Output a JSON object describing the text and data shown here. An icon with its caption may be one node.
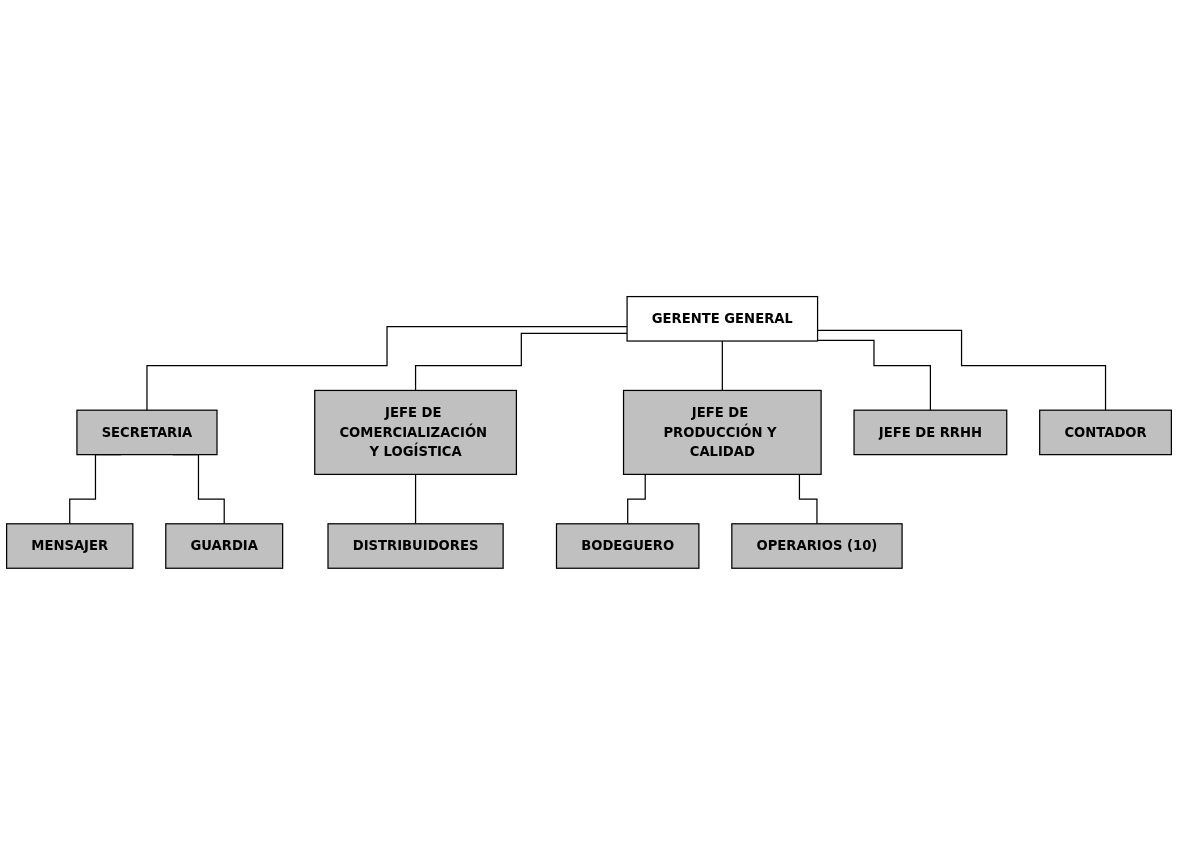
{
  "diagram": {
    "nodes": [
      {
        "text": [
          "GERENTE GENERAL"
        ]
      },
      {
        "text": [
          "SECRETARIA"
        ]
      },
      {
        "text": [
          "MENSAJER"
        ]
      },
      {
        "text": [
          "GUARDIA"
        ]
      },
      {
        "text": [
          "JEFE DE COMERCIALIZACIÓN Y LOGÍSTICA"
        ]
      },
      {
        "text": [
          "JEFE DE PRODUCCIÓN Y CALIDAD"
        ]
      },
      {
        "text": [
          "JEFE DE RRHH"
        ]
      },
      {
        "text": [
          "CONTADOR"
        ]
      },
      {
        "text": [
          "DISTRIBUIDORES"
        ]
      },
      {
        "text": [
          "BODEGUERO"
        ]
      },
      {
        "text": [
          "OPERARIOS (10)"
        ]
      }
    ],
    "edges": [
      {
        "from": 0,
        "to": 1,
        "arrow": "none"
      },
      {
        "from": 1,
        "to": 2,
        "arrow": "none"
      },
      {
        "from": 1,
        "to": 3,
        "arrow": "none"
      },
      {
        "from": 0,
        "to": 4,
        "arrow": "none"
      },
      {
        "from": 0,
        "to": 5,
        "arrow": "none"
      },
      {
        "from": 0,
        "to": 6,
        "arrow": "none"
      },
      {
        "from": 0,
        "to": 7,
        "arrow": "none"
      },
      {
        "from": 4,
        "to": 8,
        "arrow": "none"
      },
      {
        "from": 5,
        "to": 9,
        "arrow": "none"
      },
      {
        "from": 5,
        "to": 10,
        "arrow": "none"
      }
    ]
  }
}
